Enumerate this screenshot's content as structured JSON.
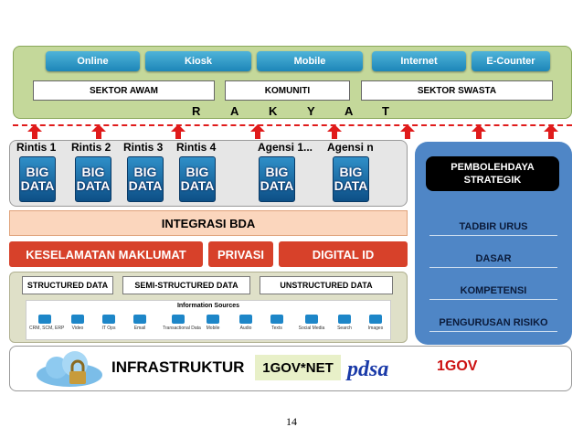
{
  "channels": [
    "Online",
    "Kiosk",
    "Mobile",
    "Internet",
    "E-Counter"
  ],
  "sectors": [
    "SEKTOR AWAM",
    "KOMUNITI",
    "SEKTOR SWASTA"
  ],
  "rakyat": [
    "R",
    "A",
    "K",
    "Y",
    "A",
    "T"
  ],
  "big_data": {
    "labels": [
      "Rintis 1",
      "Rintis 2",
      "Rintis 3",
      "Rintis 4",
      "Agensi 1...",
      "Agensi n"
    ],
    "tile_line1": "BIG",
    "tile_line2": "DATA"
  },
  "integrasi": "INTEGRASI BDA",
  "red_bars": [
    "KESELAMATAN MAKLUMAT",
    "PRIVASI",
    "DIGITAL ID"
  ],
  "data_types": [
    "STRUCTURED DATA",
    "SEMI-STRUCTURED DATA",
    "UNSTRUCTURED DATA"
  ],
  "information_sources": {
    "title": "Information Sources",
    "items": [
      "CRM, SCM, ERP",
      "Video",
      "IT Ops",
      "Email",
      "Transactional Data",
      "Mobile",
      "Audio",
      "Texts",
      "Social Media",
      "Search",
      "Images"
    ]
  },
  "strategy": {
    "title_line1": "PEMBOLEHDAYA",
    "title_line2": "STRATEGIK",
    "items": [
      "TADBIR URUS",
      "DASAR",
      "KOMPETENSI",
      "PENGURUSAN RISIKO"
    ]
  },
  "infra": {
    "label": "INFRASTRUKTUR",
    "gov": "1GOV*NET",
    "pdsa": "pdsa",
    "onegov": "1GOV"
  },
  "page_number": "14",
  "colors": {
    "channel": "#1d86b8",
    "green_panel": "#c4d89a",
    "red_bar": "#d7412a",
    "arrow": "#e01b1b",
    "strategy_panel": "#4f86c6"
  }
}
